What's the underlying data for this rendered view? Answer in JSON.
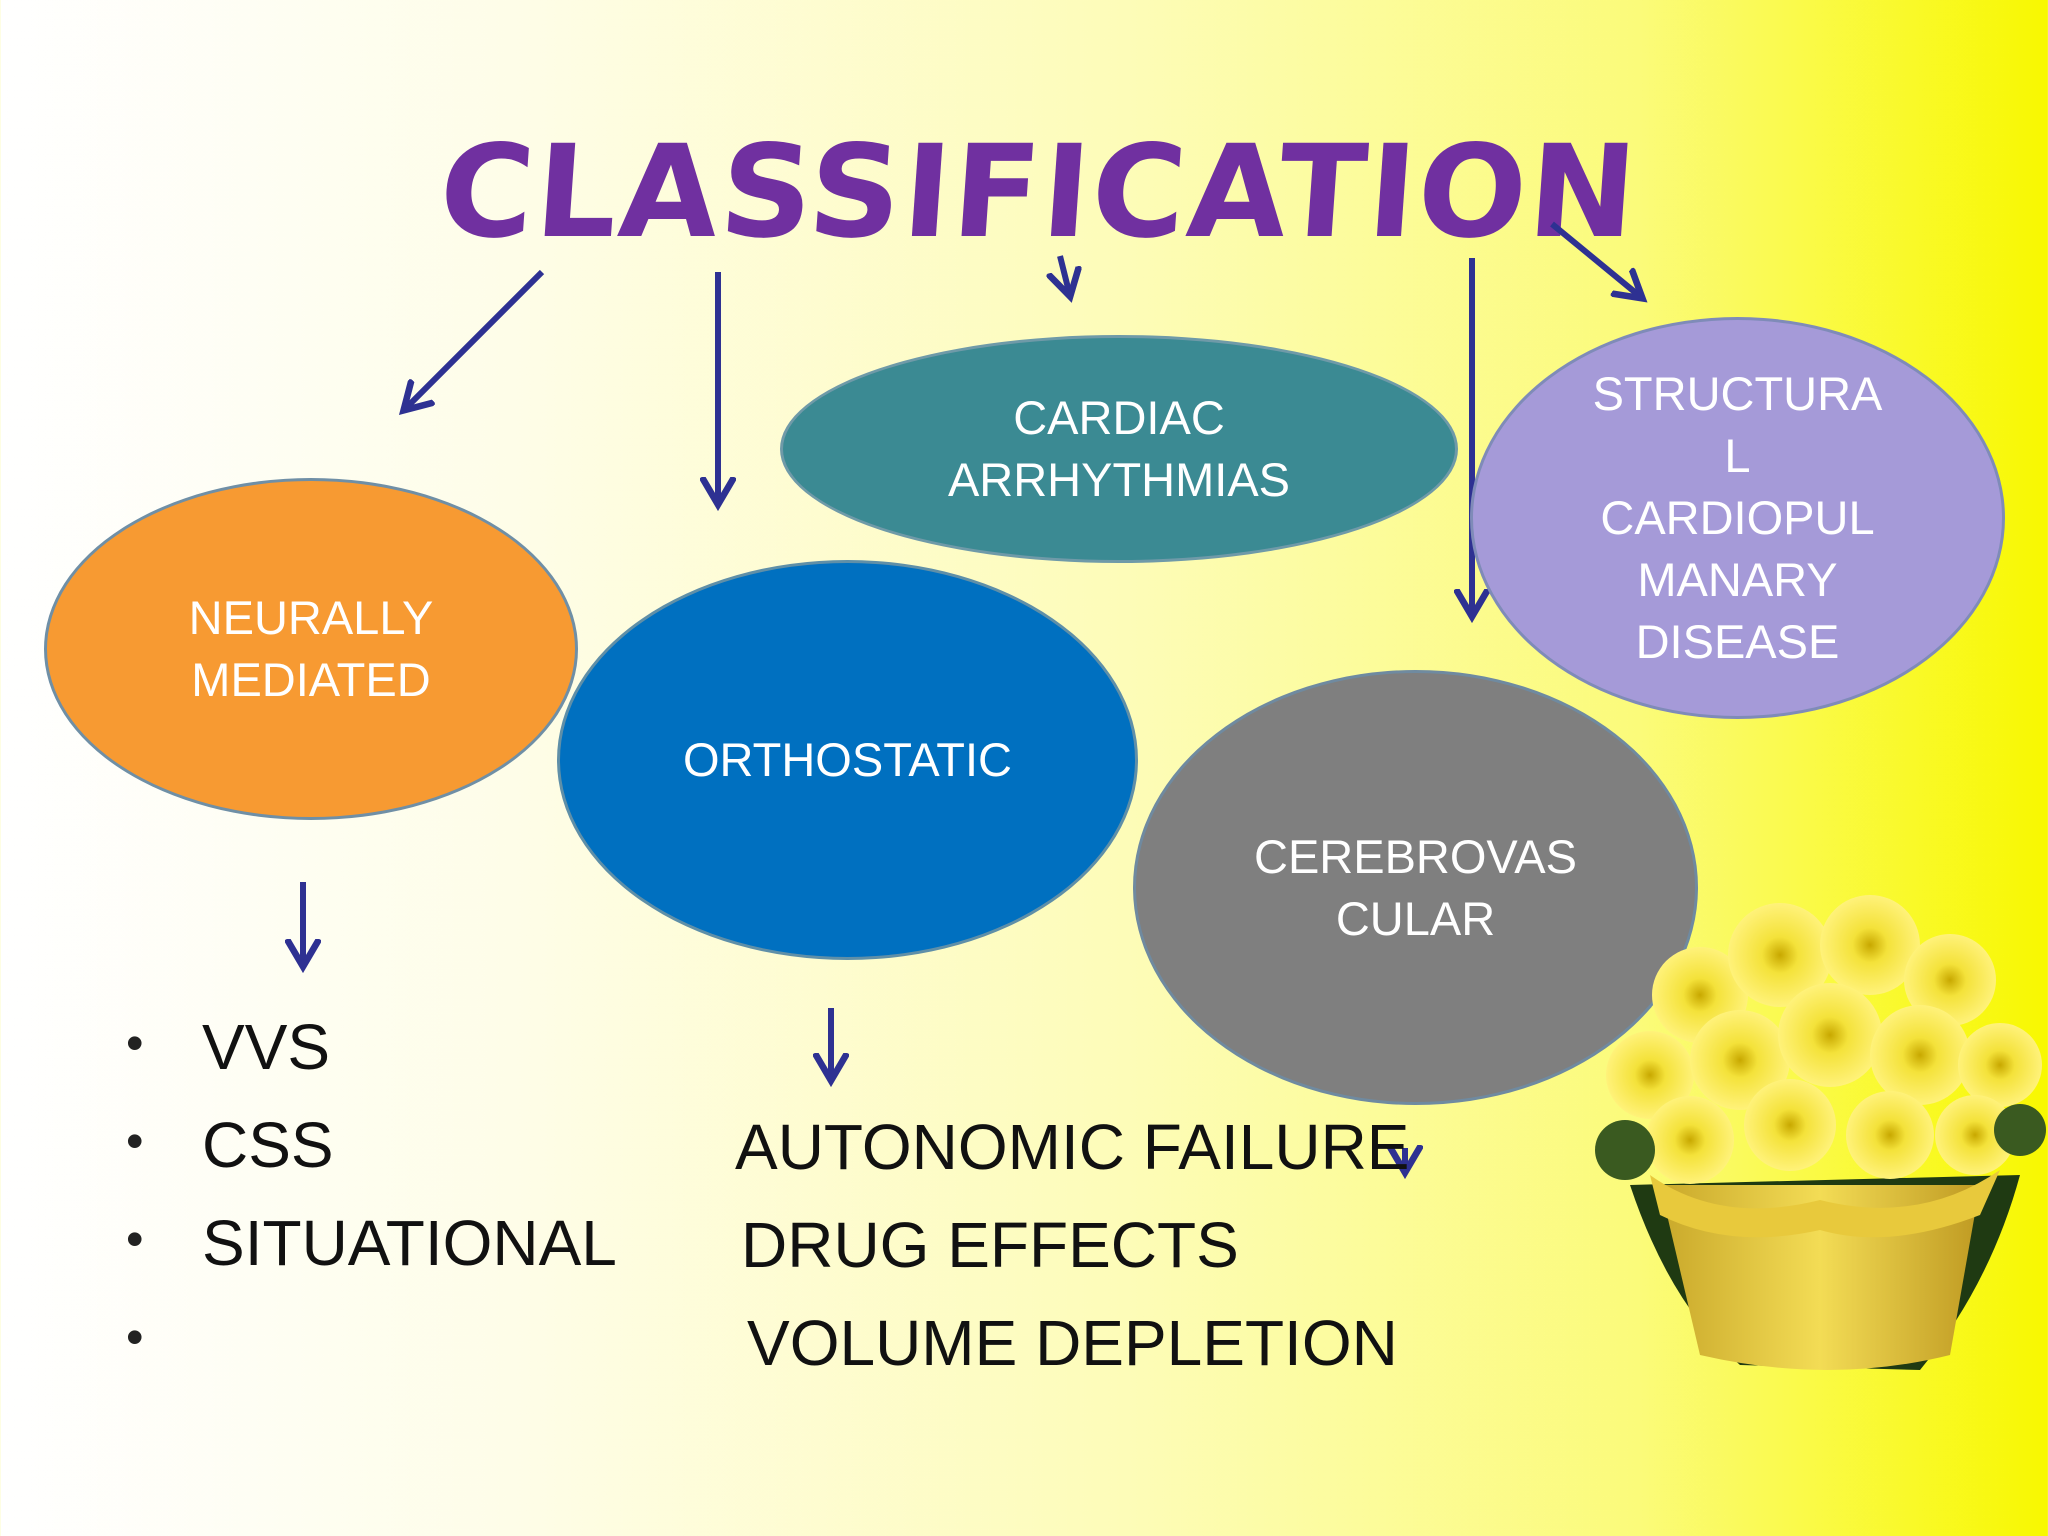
{
  "title": "CLASSIFICATION",
  "categories": [
    {
      "id": "neural",
      "label": "NEURALLY\nMEDIATED",
      "color": "#f79a32"
    },
    {
      "id": "ortho",
      "label": "ORTHOSTATIC",
      "color": "#0070c0"
    },
    {
      "id": "cardiac",
      "label": "CARDIAC\nARRHYTHMIAS",
      "color": "#3b8a93"
    },
    {
      "id": "struct",
      "label": "STRUCTURA\nL\nCARDIOPUL\nMANARY\nDISEASE",
      "color": "#a59ad8"
    },
    {
      "id": "cerebro",
      "label": "CEREBROVAS\nCULAR",
      "color": "#7f7f7f"
    }
  ],
  "neurally_mediated_causes": [
    "VVS",
    "CSS",
    "SITUATIONAL",
    ""
  ],
  "orthostatic_causes": [
    "AUTONOMIC FAILURE",
    "DRUG EFFECTS",
    "VOLUME DEPLETION"
  ],
  "colors": {
    "title": "#7030a0",
    "arrow": "#2e3192"
  }
}
